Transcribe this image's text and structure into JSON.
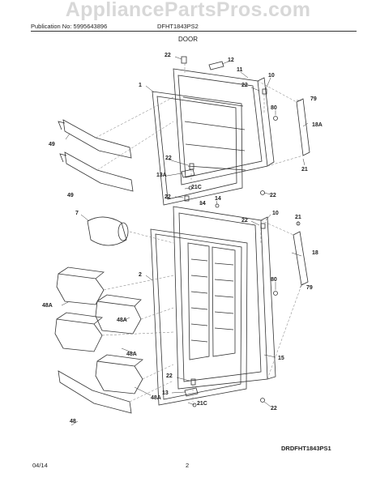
{
  "header": {
    "watermark": "AppliancePartsPros.com",
    "publication": "Publication No: 5995643896",
    "model": "DFHT1843PS2",
    "section": "DOOR"
  },
  "diagram": {
    "code": "DRDFHT1843PS1",
    "callouts": {
      "c22a": "22",
      "c12": "12",
      "c11": "11",
      "c10a": "10",
      "c22b": "22",
      "c1": "1",
      "c79a": "79",
      "c80a": "80",
      "c18A": "18A",
      "c49a": "49",
      "c22c": "22",
      "c21": "21",
      "c13A": "13A",
      "c21Ca": "21C",
      "c49b": "49",
      "c22d": "22",
      "c14a": "14",
      "c14b": "14",
      "c22e": "22",
      "c7": "7",
      "c22f": "22",
      "c10b": "10",
      "c21b": "21",
      "c2": "2",
      "c18": "18",
      "c80b": "80",
      "c79b": "79",
      "c48Aa": "48A",
      "c48Ab": "48A",
      "c15": "15",
      "c48Ac": "48A",
      "c22g": "22",
      "c13": "13",
      "c21Cb": "21C",
      "c48": "48",
      "c22h": "22"
    }
  },
  "footer": {
    "date": "04/14",
    "page": "2"
  }
}
